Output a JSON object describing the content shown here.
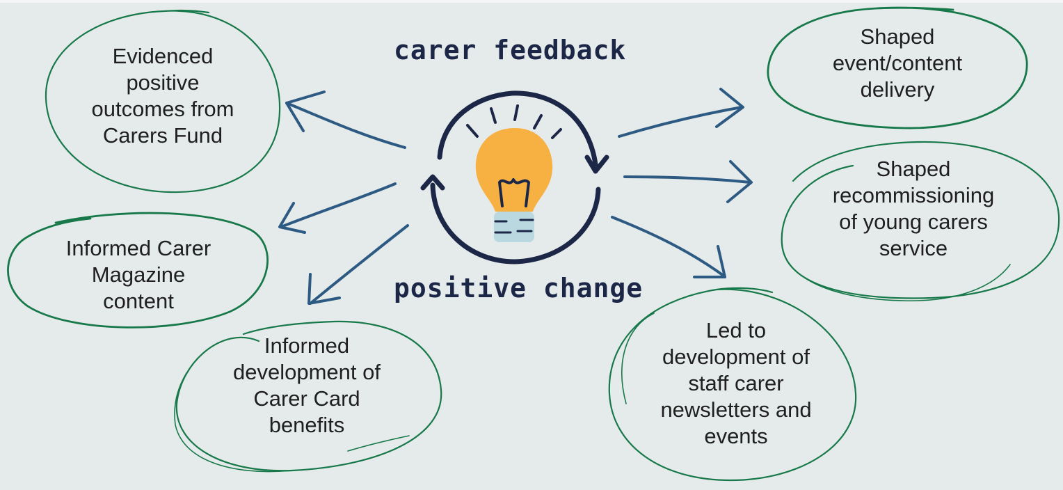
{
  "center": {
    "top_label": "carer feedback",
    "bottom_label": "positive change"
  },
  "outcomes": [
    {
      "id": "carers-fund",
      "text": "Evidenced\npositive\noutcomes from\nCarers Fund"
    },
    {
      "id": "magazine",
      "text": "Informed Carer\nMagazine\ncontent"
    },
    {
      "id": "carer-card",
      "text": "Informed\ndevelopment of\nCarer Card\nbenefits"
    },
    {
      "id": "event-content",
      "text": "Shaped\nevent/content\ndelivery"
    },
    {
      "id": "young-carers",
      "text": "Shaped\nrecommissioning\nof young carers\nservice"
    },
    {
      "id": "staff-newsletters",
      "text": "Led to\ndevelopment of\nstaff carer\nnewsletters and\nevents"
    }
  ],
  "colors": {
    "background": "#e5eaea",
    "oval_stroke": "#17794a",
    "arrow": "#2d5a82",
    "cycle": "#1c2747",
    "bulb": "#f7b143",
    "bulb_base": "#b9d8e0",
    "text": "#1f1f1f"
  },
  "icons": [
    "lightbulb-icon",
    "cycle-arrows-icon"
  ]
}
